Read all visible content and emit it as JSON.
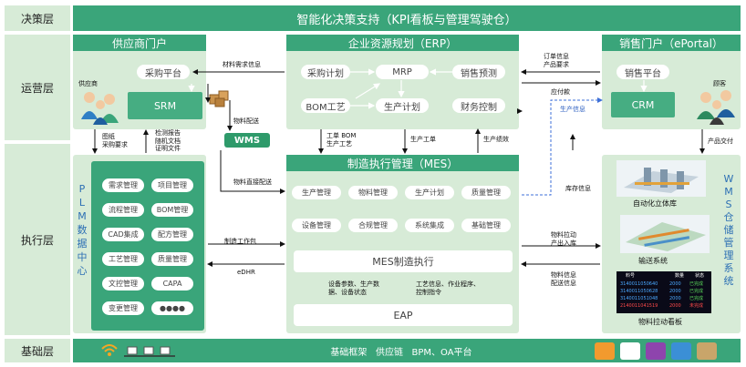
{
  "layers": {
    "decision": "决策层",
    "operation": "运营层",
    "execution": "执行层",
    "base": "基础层"
  },
  "top_banner": "智能化决策支持（KPI看板与管理驾驶仓）",
  "supplier_portal": {
    "title": "供应商门户",
    "procurement": "采购平台",
    "supplier_label": "供应商",
    "srm": "SRM"
  },
  "erp": {
    "title": "企业资源规划（ERP）",
    "purchase_plan": "采购计划",
    "mrp": "MRP",
    "sales_forecast": "销售预测",
    "bom_process": "BOM工艺",
    "production_plan": "生产计划",
    "finance_control": "财务控制"
  },
  "sales_portal": {
    "title": "销售门户（ePortal）",
    "sales_platform": "销售平台",
    "crm": "CRM",
    "customer_label": "顾客"
  },
  "wms_badge": "WMS",
  "mes": {
    "title": "制造执行管理（MES）",
    "row1": [
      "生产管理",
      "物料管理",
      "生产计划",
      "质量管理"
    ],
    "row2": [
      "设备管理",
      "合规管理",
      "系统集成",
      "基础管理"
    ],
    "exec": "MES制造执行",
    "eap": "EAP",
    "note_left": "设备参数、生产数\n据、设备状态",
    "note_right": "工艺信息、作业程序、\n控制指令"
  },
  "plm": {
    "side_text": "P L M 数 据 中 心",
    "items": [
      "需求管理",
      "项目管理",
      "流程管理",
      "BOM管理",
      "CAD集成",
      "配方管理",
      "工艺管理",
      "质量管理",
      "文控管理",
      "CAPA",
      "变更管理",
      "●●●●"
    ]
  },
  "wms_panel": {
    "side_text": "W M S 仓 储 管 理 系 统",
    "cap1": "自动化立体库",
    "cap2": "输送系统",
    "cap3": "物料拉动看板",
    "table_header": [
      "料号",
      "数量",
      "状态"
    ],
    "table_rows": [
      [
        "3140011050640",
        "2000",
        "已完成"
      ],
      [
        "3140011050628",
        "2000",
        "已完成"
      ],
      [
        "3140011051048",
        "2000",
        "已完成"
      ],
      [
        "2140011041519",
        "2000",
        "未完成"
      ]
    ]
  },
  "flow_labels": {
    "material_demand": "材料需求信息",
    "order_info": "订单信息\n产品要求",
    "receivables": "应付款",
    "production_info": "生产信息",
    "material_delivery": "物料配送",
    "drawings": "图纸\n采购要求",
    "inspection": "检测报告\n随机文档\n证明文件",
    "work_order_bom": "工单 BOM\n生产工艺",
    "prod_work_order": "生产工单",
    "prod_performance": "生产绩效",
    "product_delivery": "产品交付",
    "inventory_info": "库存信息",
    "direct_delivery": "物料直接配送",
    "mfg_package": "制造工作包",
    "edhr": "eDHR",
    "material_pull": "物料拉动\n产出入库",
    "material_info": "物料信息\n配送信息"
  },
  "base_bar": "基础框架   供应链   BPM、OA平台",
  "colors": {
    "green": "#3aa57a",
    "panel": "#d7ebd7",
    "dashed_blue": "#3d6fd8"
  }
}
